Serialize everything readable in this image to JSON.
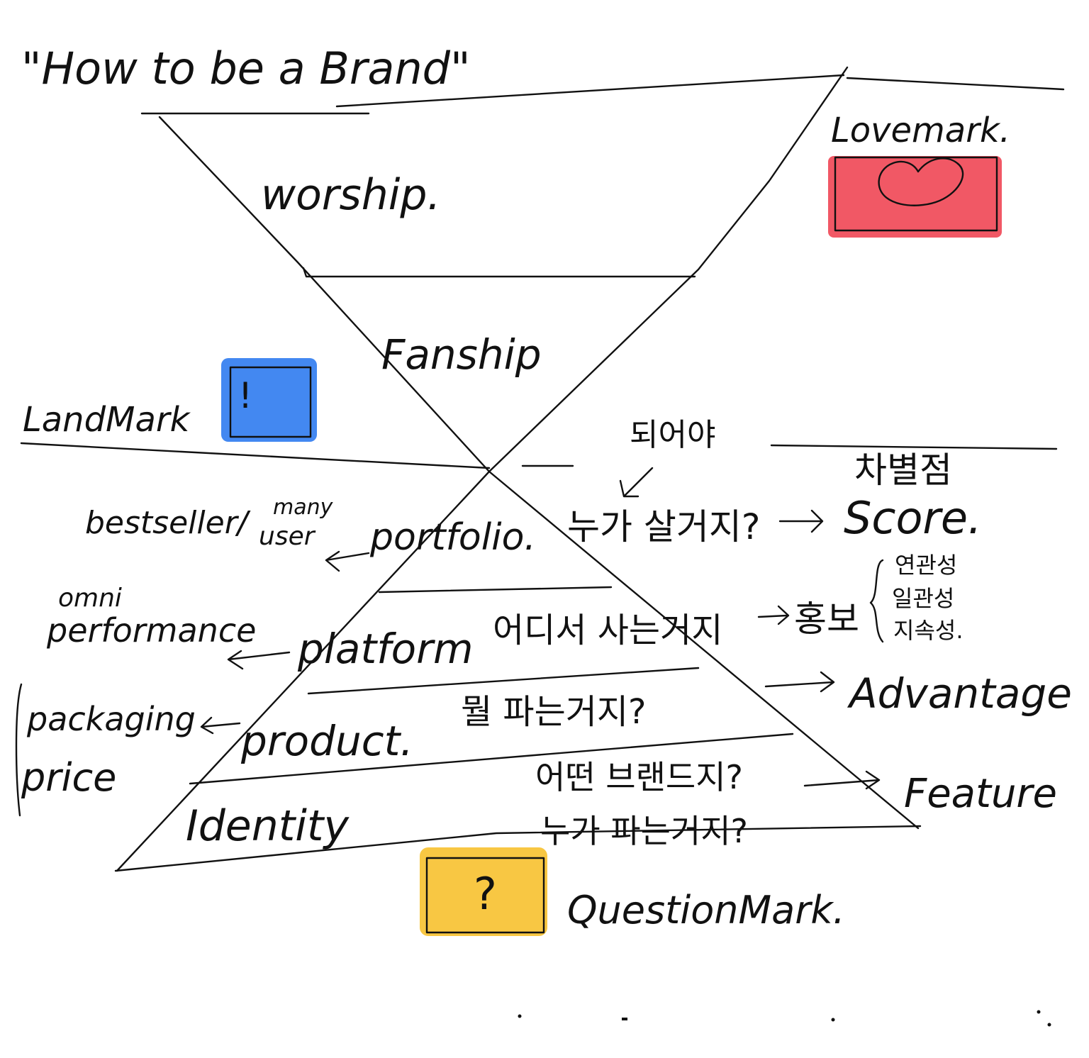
{
  "title": "\"How to be a Brand\"",
  "levels": {
    "worship": "worship.",
    "fanship": "Fanship",
    "portfolio": "portfolio.",
    "platform": "platform",
    "product": "product.",
    "identity": "Identity"
  },
  "marks": {
    "lovemark": {
      "label": "Lovemark.",
      "color": "#ef3b4a"
    },
    "landmark": {
      "label": "LandMark",
      "symbol": "!",
      "color": "#2f7bef"
    },
    "questionmark": {
      "label": "QuestionMark.",
      "symbol": "?",
      "color": "#f7c12f"
    }
  },
  "left_notes": {
    "bestseller": "bestseller/",
    "many": "many",
    "user": "user",
    "omni": "omni",
    "performance": "performance",
    "packaging": "packaging",
    "price": "price"
  },
  "right_notes": {
    "doeeoya": "되어야",
    "q_portfolio": "누가 살거지?",
    "q_platform": "어디서 사는거지",
    "q_product": "뭘 파는거지?",
    "q_identity_1": "어떤 브랜드지?",
    "q_identity_2": "누가 파는거지?",
    "charyeol": "차별점",
    "score": "Score.",
    "songbo": "홍보",
    "yeongwanseong": "연관성",
    "ilgwanseong": "일관성",
    "jisokseong": "지속성.",
    "advantage": "Advantage",
    "feature": "Feature"
  }
}
